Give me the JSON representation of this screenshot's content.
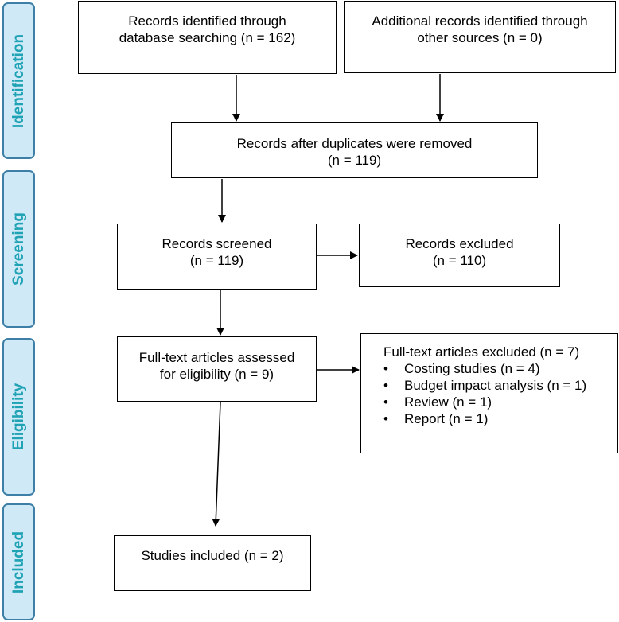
{
  "phases": {
    "identification": "Identification",
    "screening": "Screening",
    "eligibility": "Eligibility",
    "included": "Included"
  },
  "boxes": {
    "database": {
      "line1": "Records identified through",
      "line2": "database searching (n = 162)"
    },
    "other": {
      "line1": "Additional records identified through",
      "line2": "other sources (n = 0)"
    },
    "duplicates": {
      "line1": "Records after duplicates were removed",
      "line2": "(n = 119)"
    },
    "screened": {
      "line1": "Records screened",
      "line2": "(n = 119)"
    },
    "excluded": {
      "line1": "Records excluded",
      "line2": "(n = 110)"
    },
    "fulltext": {
      "line1": "Full-text articles assessed",
      "line2": "for eligibility (n = 9)"
    },
    "fulltext_excluded": {
      "title": "Full-text articles excluded (n = 7)",
      "items": [
        "Costing studies (n = 4)",
        "Budget impact analysis (n = 1)",
        "Review (n = 1)",
        "Report (n = 1)"
      ]
    },
    "included": {
      "line1": "Studies included (n = 2)"
    }
  }
}
